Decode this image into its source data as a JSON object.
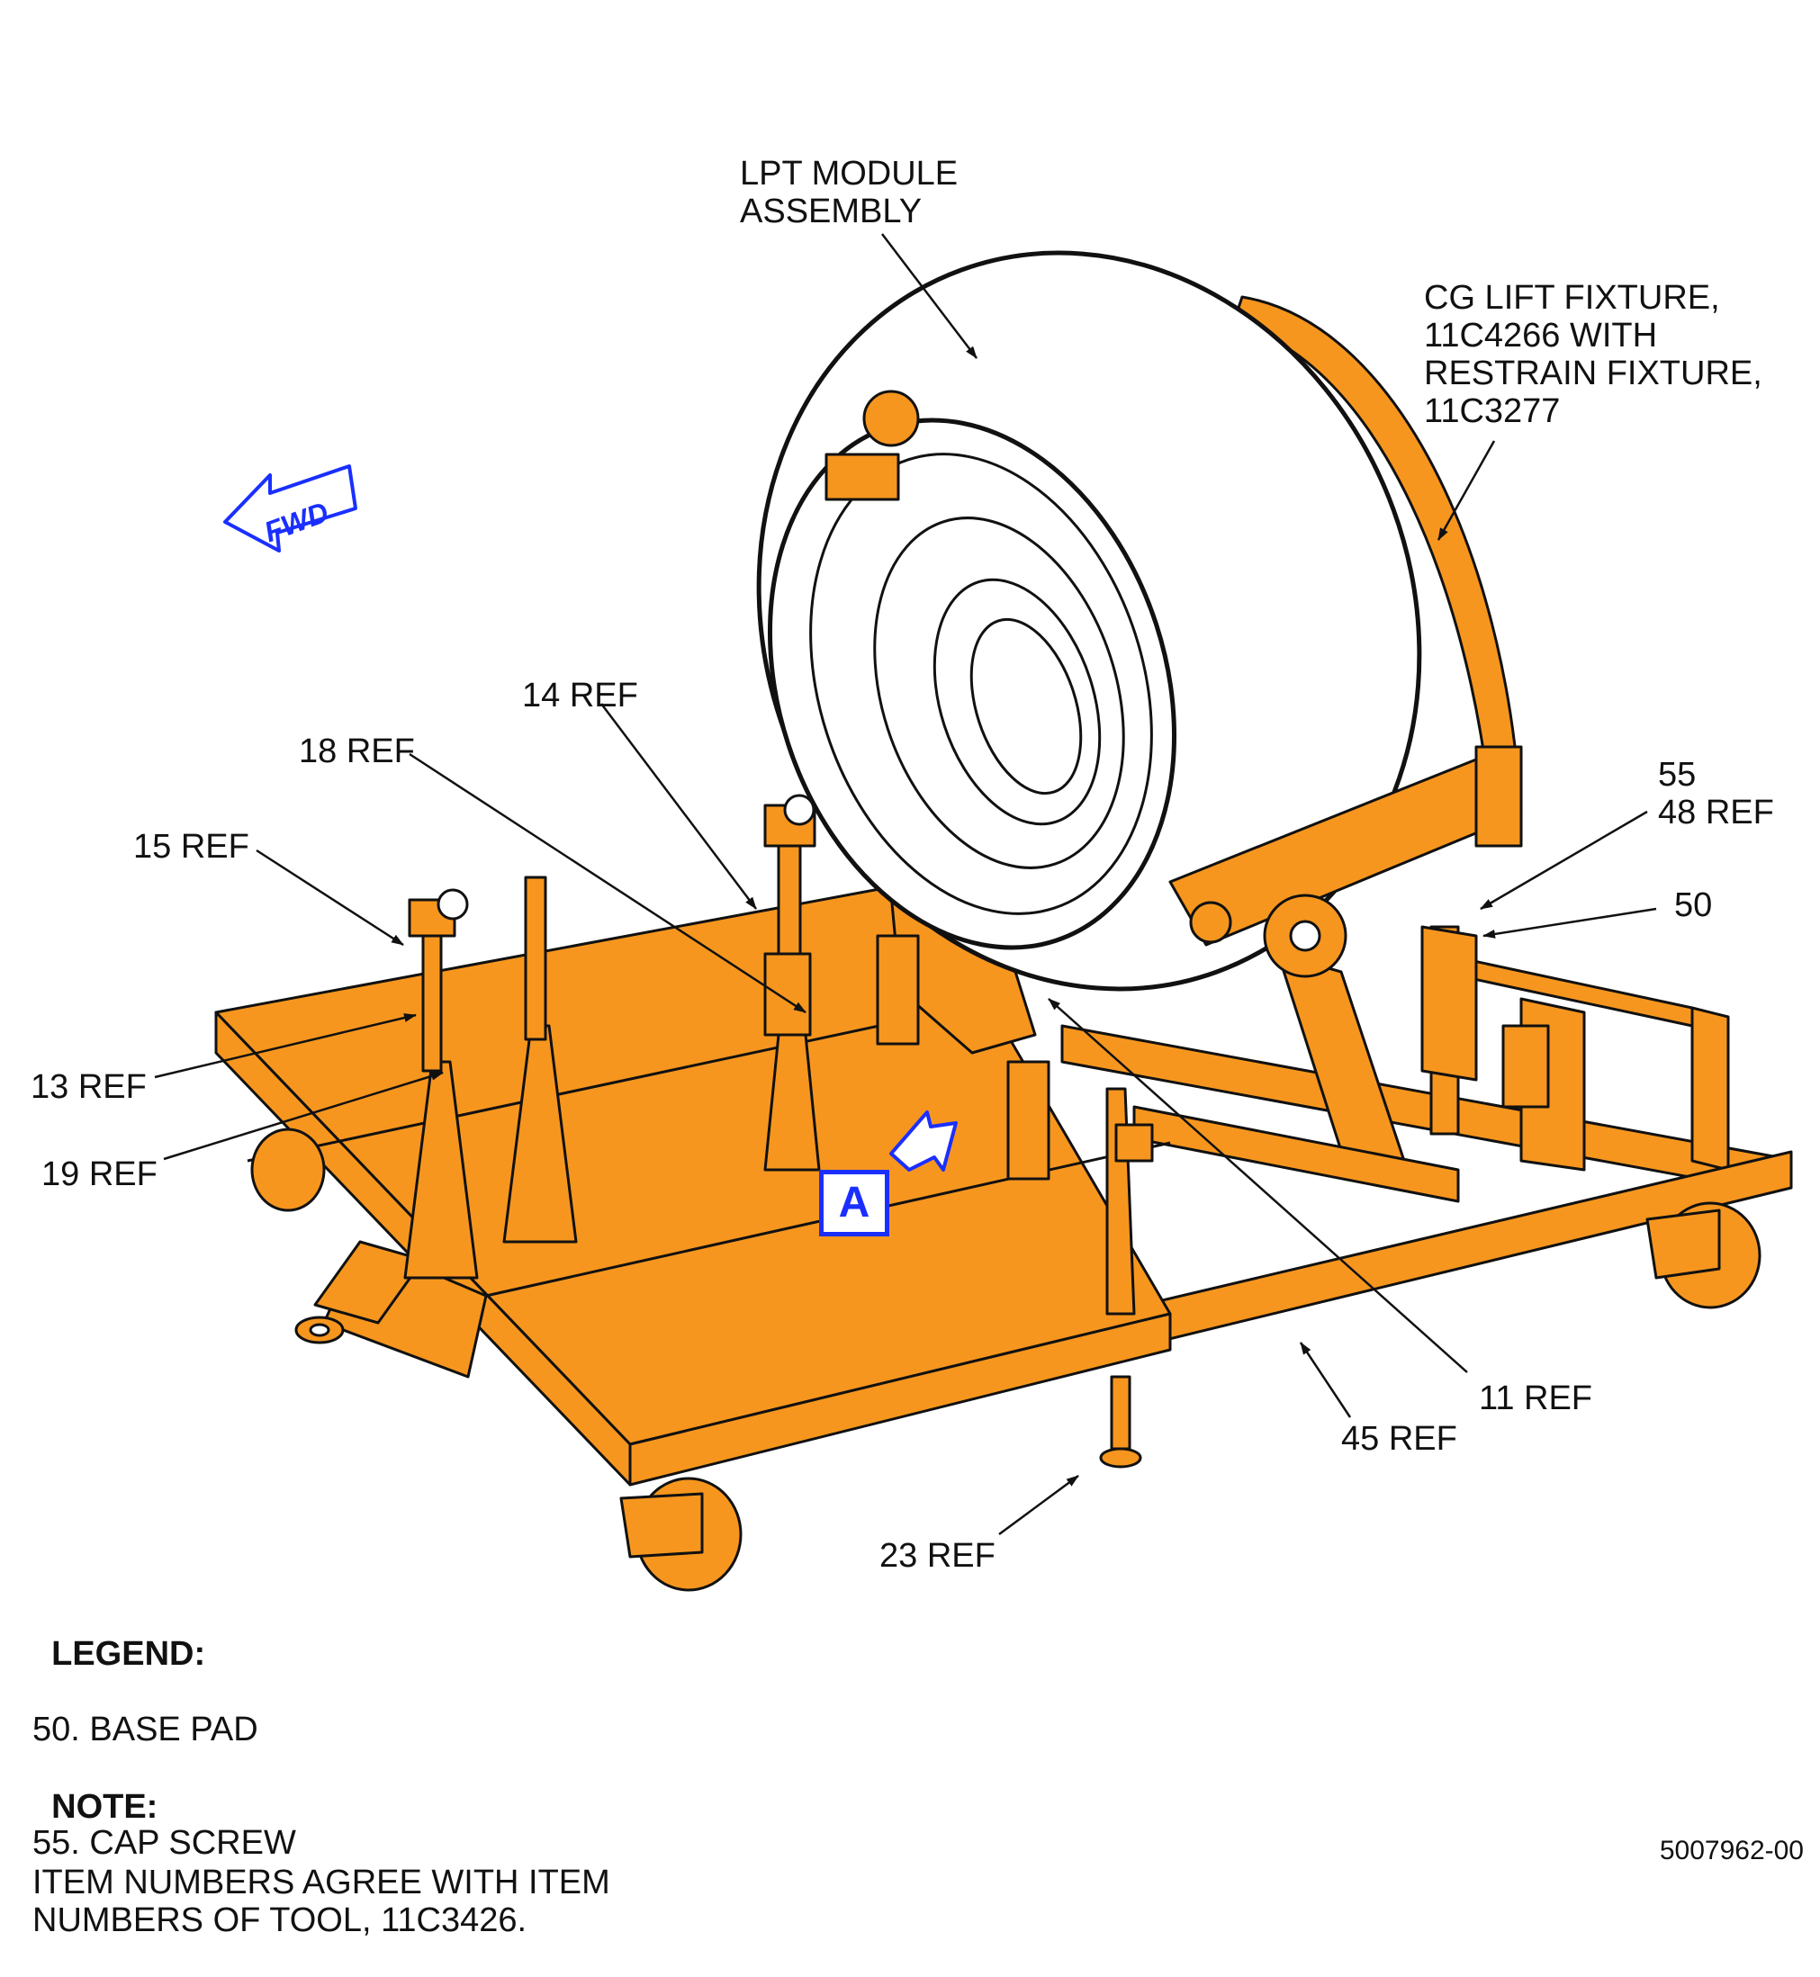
{
  "callouts": {
    "lpt_module": "LPT MODULE\nASSEMBLY",
    "cg_lift": "CG LIFT FIXTURE,\n11C4266 WITH\nRESTRAIN FIXTURE,\n11C3277",
    "ref14": "14 REF",
    "ref18": "18 REF",
    "ref15": "15 REF",
    "ref13": "13 REF",
    "ref19": "19 REF",
    "item55": "55",
    "ref48": "48 REF",
    "item50": "50",
    "ref11": "11 REF",
    "ref45": "45 REF",
    "ref23": "23 REF"
  },
  "view_label": "A",
  "fwd_label": "FWD",
  "legend": {
    "heading": "LEGEND:",
    "items": [
      "50. BASE PAD",
      "55. CAP SCREW"
    ]
  },
  "note": {
    "heading": "NOTE:",
    "text": "ITEM NUMBERS AGREE WITH ITEM\nNUMBERS OF TOOL, 11C3426."
  },
  "figure_id": "5007962-00",
  "colors": {
    "fixture": "#f7961e",
    "outline": "#111111",
    "accent": "#1a2fff",
    "module": "#ffffff"
  }
}
